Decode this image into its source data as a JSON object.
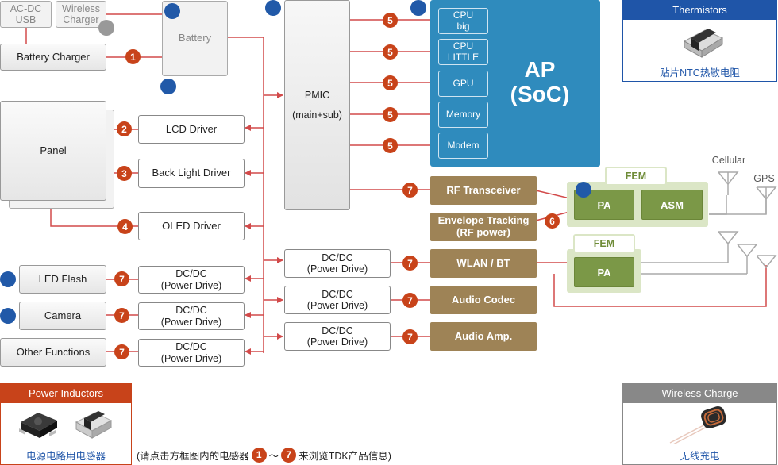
{
  "sources": {
    "acdc_usb": "AC-DC\nUSB",
    "wireless_charger": "Wireless\nCharger",
    "battery_charger": "Battery Charger",
    "battery": "Battery"
  },
  "panel": "Panel",
  "pmic": {
    "name": "PMIC",
    "sub": "(main+sub)"
  },
  "ap": {
    "title": "AP",
    "subtitle": "(SoC)",
    "blocks": [
      "CPU\nbig",
      "CPU\nLITTLE",
      "GPU",
      "Memory",
      "Modem"
    ]
  },
  "drivers": {
    "lcd": "LCD Driver",
    "backlight": "Back Light Driver",
    "oled": "OLED Driver",
    "dcdc": "DC/DC\n(Power Drive)"
  },
  "peripherals": {
    "led_flash": "LED Flash",
    "camera": "Camera",
    "other": "Other Functions"
  },
  "rf": {
    "transceiver": "RF Transceiver",
    "envelope": "Envelope Tracking\n(RF power)",
    "wlan": "WLAN / BT",
    "audio_codec": "Audio Codec",
    "audio_amp": "Audio Amp.",
    "fem": "FEM",
    "pa": "PA",
    "asm": "ASM",
    "cellular": "Cellular",
    "gps": "GPS"
  },
  "markers": {
    "n1": "1",
    "n2": "2",
    "n3": "3",
    "n4": "4",
    "n5": "5",
    "n6": "6",
    "n7": "7"
  },
  "thermistors": {
    "title": "Thermistors",
    "caption": "贴片NTC热敏电阻"
  },
  "power_inductors": {
    "title": "Power Inductors",
    "caption": "电源电路用电感器"
  },
  "wireless_charge": {
    "title": "Wireless Charge",
    "caption": "无线充电"
  },
  "footnote": {
    "prefix": "(请点击方框图内的电感器",
    "from": "1",
    "tilde": "～",
    "to": "7",
    "suffix": "来浏览TDK产品信息)"
  },
  "colors": {
    "wire": "#d24a4a",
    "ap": "#2f8bbd",
    "gold": "#9e8356",
    "fem": "#7b9847",
    "marker": "#c8431a",
    "dot": "#2159a8",
    "thermistor_head": "#1f55a8",
    "inductor_head": "#c8431a",
    "wireless_head": "#888888"
  }
}
